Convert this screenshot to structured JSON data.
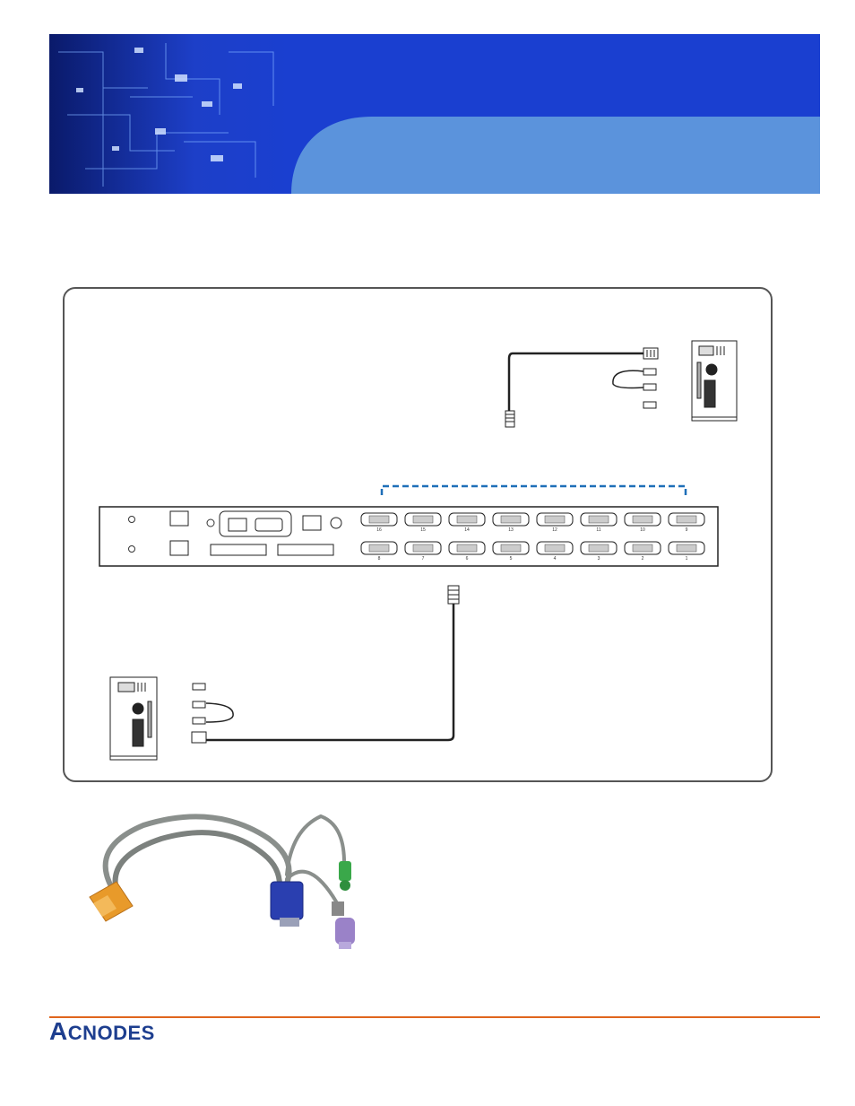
{
  "brand": {
    "logo_text_first": "A",
    "logo_text_rest": "CNODES",
    "accent_color": "#e0651d",
    "brand_color": "#1d3e8f"
  },
  "header": {
    "banner_blue": "#1a3fd0",
    "banner_light": "#5b93dc"
  },
  "diagram": {
    "port_numbers_top": [
      "16",
      "15",
      "14",
      "13",
      "12",
      "11",
      "10",
      "9"
    ],
    "port_numbers_bottom": [
      "8",
      "7",
      "6",
      "5",
      "4",
      "3",
      "2",
      "1"
    ],
    "dashed_color": "#1e6fb8"
  },
  "photo": {
    "connector_colors": {
      "kvm_end": "#e89a2a",
      "vga_end": "#2a3fb0",
      "ps2_keyboard": "#9a82c8",
      "ps2_mouse": "#3aa84a",
      "cable": "#8a8f8c"
    }
  }
}
